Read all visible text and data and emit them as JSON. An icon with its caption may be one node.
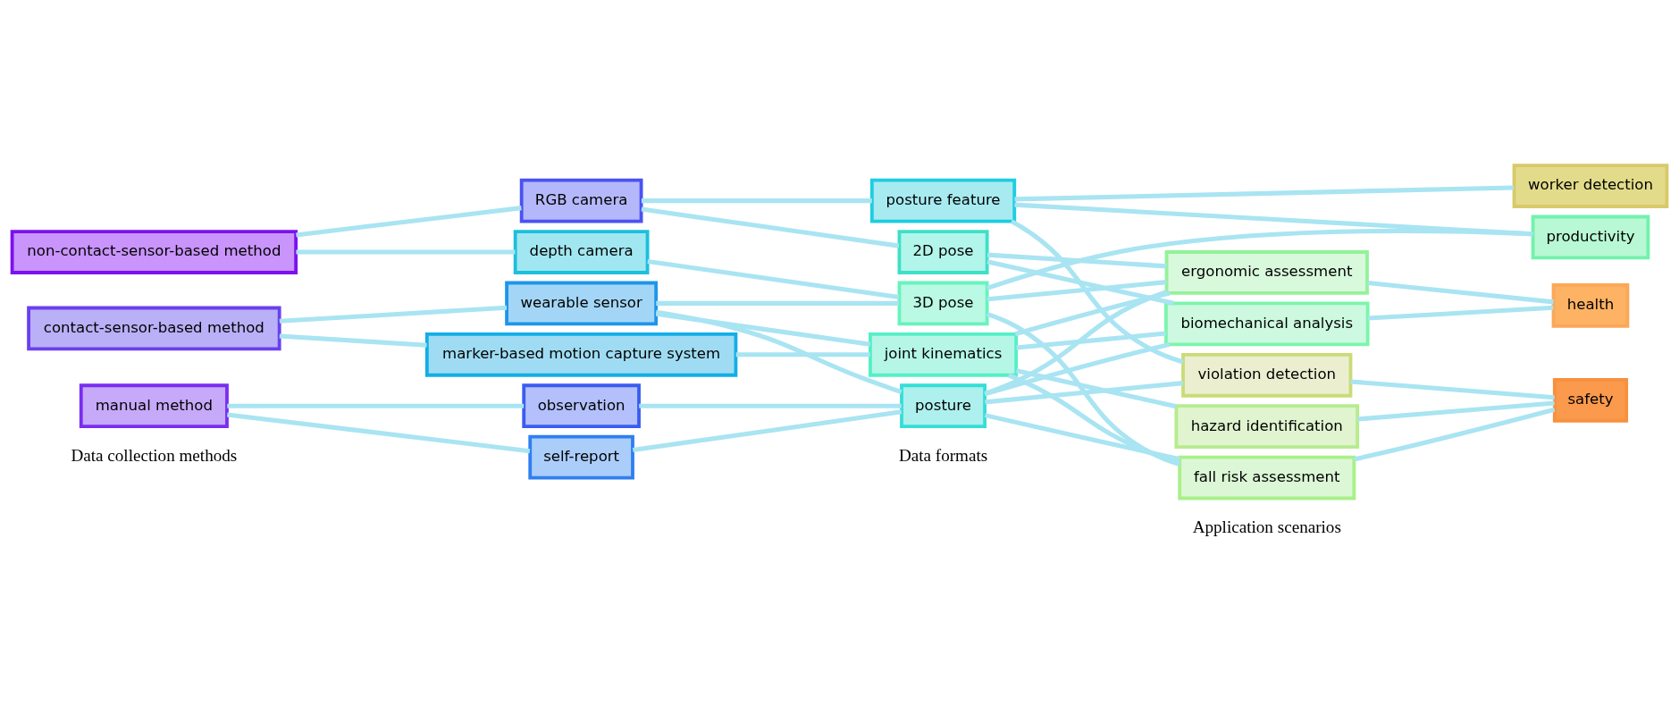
{
  "diagram": {
    "nodes": [
      {
        "text": [
          "non-contact-sensor-based method"
        ]
      },
      {
        "text": [
          "contact-sensor-based method"
        ]
      },
      {
        "text": [
          "manual method"
        ]
      },
      {
        "text": [
          "RGB camera"
        ]
      },
      {
        "text": [
          "depth camera"
        ]
      },
      {
        "text": [
          "wearable sensor"
        ]
      },
      {
        "text": [
          "marker-based motion capture system"
        ]
      },
      {
        "text": [
          "observation"
        ]
      },
      {
        "text": [
          "self-report"
        ]
      },
      {
        "text": [
          "posture feature"
        ]
      },
      {
        "text": [
          "2D pose"
        ]
      },
      {
        "text": [
          "3D pose"
        ]
      },
      {
        "text": [
          "joint kinematics"
        ]
      },
      {
        "text": [
          "posture"
        ]
      },
      {
        "text": [
          "worker detection"
        ]
      },
      {
        "text": [
          "productivity"
        ]
      },
      {
        "text": [
          "ergonomic assessment"
        ]
      },
      {
        "text": [
          "biomechanical analysis"
        ]
      },
      {
        "text": [
          "violation detection"
        ]
      },
      {
        "text": [
          "hazard identification"
        ]
      },
      {
        "text": [
          "fall risk assessment"
        ]
      },
      {
        "text": [
          "health"
        ]
      },
      {
        "text": [
          "safety"
        ]
      }
    ],
    "edges": [
      {
        "from": 0,
        "to": 3,
        "arrow": "none"
      },
      {
        "from": 0,
        "to": 4,
        "arrow": "none"
      },
      {
        "from": 1,
        "to": 5,
        "arrow": "none"
      },
      {
        "from": 1,
        "to": 6,
        "arrow": "none"
      },
      {
        "from": 2,
        "to": 7,
        "arrow": "none"
      },
      {
        "from": 2,
        "to": 8,
        "arrow": "none"
      },
      {
        "from": 3,
        "to": 9,
        "arrow": "none"
      },
      {
        "from": 3,
        "to": 10,
        "arrow": "none"
      },
      {
        "from": 4,
        "to": 11,
        "arrow": "none"
      },
      {
        "from": 5,
        "to": 11,
        "arrow": "none"
      },
      {
        "from": 5,
        "to": 12,
        "arrow": "none"
      },
      {
        "from": 5,
        "to": 13,
        "arrow": "none"
      },
      {
        "from": 6,
        "to": 12,
        "arrow": "none"
      },
      {
        "from": 7,
        "to": 13,
        "arrow": "none"
      },
      {
        "from": 8,
        "to": 13,
        "arrow": "none"
      },
      {
        "from": 9,
        "to": 14,
        "arrow": "none"
      },
      {
        "from": 9,
        "to": 15,
        "arrow": "none"
      },
      {
        "from": 9,
        "to": 18,
        "arrow": "none"
      },
      {
        "from": 10,
        "to": 16,
        "arrow": "none"
      },
      {
        "from": 10,
        "to": 17,
        "arrow": "none"
      },
      {
        "from": 11,
        "to": 15,
        "arrow": "none"
      },
      {
        "from": 11,
        "to": 16,
        "arrow": "none"
      },
      {
        "from": 11,
        "to": 20,
        "arrow": "none"
      },
      {
        "from": 12,
        "to": 16,
        "arrow": "none"
      },
      {
        "from": 12,
        "to": 17,
        "arrow": "none"
      },
      {
        "from": 12,
        "to": 19,
        "arrow": "none"
      },
      {
        "from": 12,
        "to": 20,
        "arrow": "none"
      },
      {
        "from": 13,
        "to": 16,
        "arrow": "none"
      },
      {
        "from": 13,
        "to": 17,
        "arrow": "none"
      },
      {
        "from": 13,
        "to": 18,
        "arrow": "none"
      },
      {
        "from": 13,
        "to": 20,
        "arrow": "none"
      },
      {
        "from": 16,
        "to": 21,
        "arrow": "none"
      },
      {
        "from": 17,
        "to": 21,
        "arrow": "none"
      },
      {
        "from": 18,
        "to": 22,
        "arrow": "none"
      },
      {
        "from": 19,
        "to": 22,
        "arrow": "none"
      },
      {
        "from": 20,
        "to": 22,
        "arrow": "none"
      }
    ],
    "labels": [
      "Data collection methods",
      "Data formats",
      "Application scenarios"
    ]
  }
}
